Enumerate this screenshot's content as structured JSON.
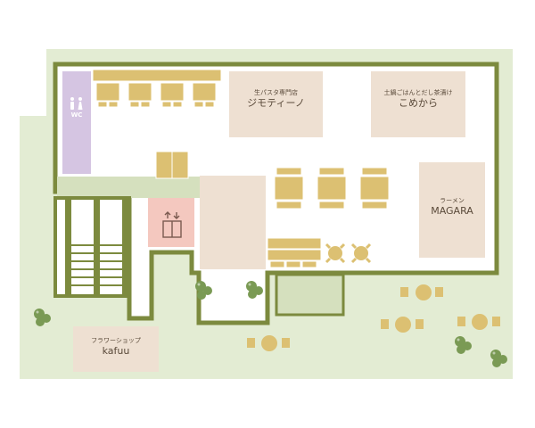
{
  "floor_map": {
    "colors": {
      "ground": "#e3ecd3",
      "wall": "#7c8a3e",
      "floor": "#ffffff",
      "shop": "#eee0d2",
      "table": "#dcc072",
      "restroom": "#d5c5e2",
      "elevator": "#f4c8bf",
      "corridor": "#d5e0be",
      "tree": "#7a9a54"
    },
    "restroom": {
      "label": "WC",
      "icon": "restroom-icon"
    },
    "elevator": {
      "icon": "elevator-icon"
    },
    "shops": [
      {
        "id": "jimoteeno",
        "category": "生パスタ専門店",
        "name": "ジモティーノ"
      },
      {
        "id": "komekara",
        "category": "土鍋ごはんとだし茶漬け",
        "name": "こめから"
      },
      {
        "id": "magara",
        "category": "ラーメン",
        "name": "MAGARA"
      },
      {
        "id": "kafuu",
        "category": "フラワーショップ",
        "name": "kafuu"
      }
    ]
  }
}
